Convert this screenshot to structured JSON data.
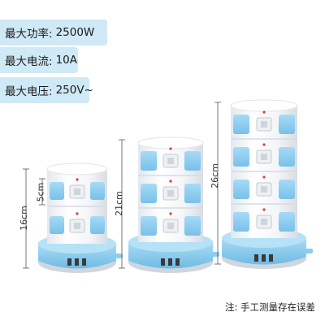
{
  "specs": {
    "power": {
      "label": "最大功率:",
      "value": "2500W"
    },
    "current": {
      "label": "最大电流:",
      "value": "10A"
    },
    "voltage": {
      "label": "最大电压:",
      "value": "250V~"
    }
  },
  "products": [
    {
      "name": "2-tier",
      "tiers": 2,
      "height_label": "16cm",
      "tier_label": "5cm"
    },
    {
      "name": "3-tier",
      "tiers": 3,
      "height_label": "21cm"
    },
    {
      "name": "4-tier",
      "tiers": 4,
      "height_label": "26cm"
    }
  ],
  "note": "注: 手工测量存在误差",
  "colors": {
    "accent_blue": "#7fc3ec",
    "panel_blue": "#8fd0f2",
    "base_blue": "#8ccdf0",
    "spec_bg": "#cfe9f6",
    "tower_white": "#f6f7f9"
  }
}
